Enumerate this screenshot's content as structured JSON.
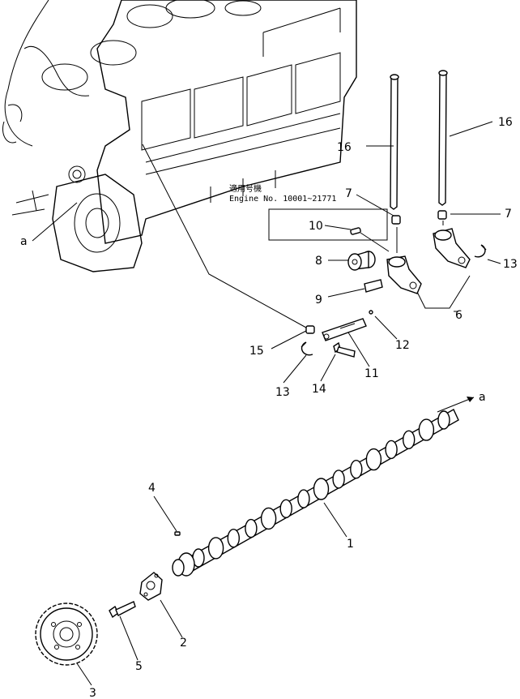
{
  "note": {
    "line1": "適用号機",
    "line2": "Engine No. 10001~21771"
  },
  "labels": {
    "p1": "1",
    "p2": "2",
    "p3": "3",
    "p4": "4",
    "p5": "5",
    "p6": "6",
    "p7a": "7",
    "p7b": "7",
    "p8": "8",
    "p9": "9",
    "p10": "10",
    "p11": "11",
    "p12": "12",
    "p13a": "13",
    "p13b": "13",
    "p14": "14",
    "p15": "15",
    "p16a": "16",
    "p16b": "16",
    "ref_a1": "a",
    "ref_a2": "a"
  }
}
